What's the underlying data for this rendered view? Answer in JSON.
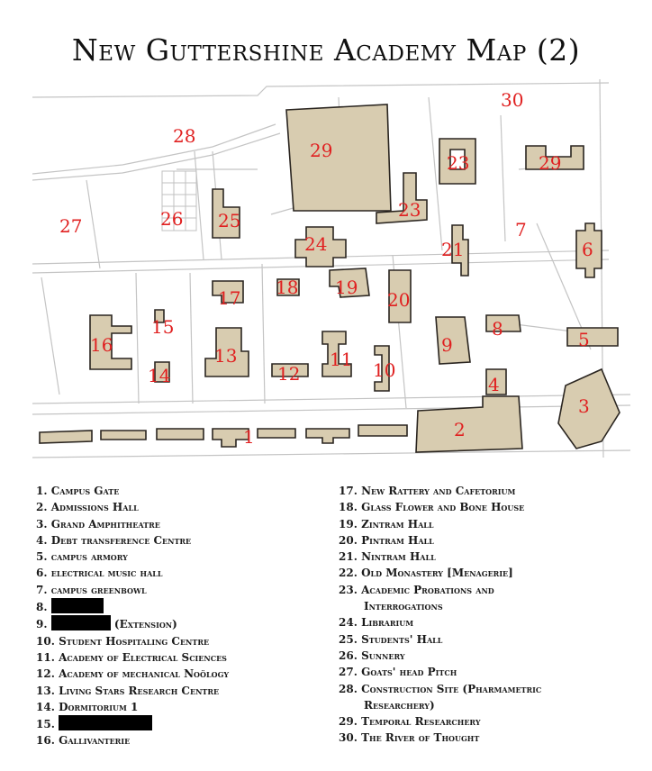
{
  "title": "New Guttershine Academy Map (2)",
  "map_labels": [
    "30",
    "28",
    "29",
    "23",
    "29",
    "27",
    "26",
    "25",
    "23",
    "21",
    "7",
    "6",
    "24",
    "18",
    "19",
    "17",
    "20",
    "15",
    "16",
    "13",
    "8",
    "5",
    "9",
    "14",
    "12",
    "11",
    "10",
    "4",
    "3",
    "2",
    "1"
  ],
  "legend_left": [
    {
      "num": "1.",
      "text": "Campus Gate"
    },
    {
      "num": "2.",
      "text": "Admissions Hall"
    },
    {
      "num": "3.",
      "text": "Grand Amphitheatre"
    },
    {
      "num": "4.",
      "text": "Debt transference Centre"
    },
    {
      "num": "5.",
      "text": "campus armory"
    },
    {
      "num": "6.",
      "text": "electrical music hall"
    },
    {
      "num": "7.",
      "text": "campus greenbowl"
    },
    {
      "num": "8.",
      "text": ""
    },
    {
      "num": "9.",
      "text": "(Extension)"
    },
    {
      "num": "10.",
      "text": "Student Hospitaling Centre"
    },
    {
      "num": "11.",
      "text": "Academy of Electrical Sciences"
    },
    {
      "num": "12.",
      "text": "Academy of mechanical Noölogy"
    },
    {
      "num": "13.",
      "text": "Living Stars Research Centre"
    },
    {
      "num": "14.",
      "text": "Dormitorium 1"
    },
    {
      "num": "15.",
      "text": ""
    },
    {
      "num": "16.",
      "text": "Gallivanterie"
    }
  ],
  "legend_right": [
    {
      "num": "17.",
      "text": "New Rattery and Cafetorium"
    },
    {
      "num": "18.",
      "text": "Glass Flower and Bone House"
    },
    {
      "num": "19.",
      "text": "Zintram Hall"
    },
    {
      "num": "20.",
      "text": "Pintram Hall"
    },
    {
      "num": "21.",
      "text": "Nintram Hall"
    },
    {
      "num": "22.",
      "text": "Old Monastery [Menagerie]"
    },
    {
      "num": "23.",
      "text": "Academic Probations and",
      "cont": "Interrogations"
    },
    {
      "num": "24.",
      "text": "Librarium"
    },
    {
      "num": "25.",
      "text": "Students' Hall"
    },
    {
      "num": "26.",
      "text": "Sunnery"
    },
    {
      "num": "27.",
      "text": "Goats' head Pitch"
    },
    {
      "num": "28.",
      "text": "Construction Site (Pharmametric",
      "cont": "Researchery)"
    },
    {
      "num": "29.",
      "text": "Temporal Researchery"
    },
    {
      "num": "30.",
      "text": "The River of Thought"
    }
  ]
}
